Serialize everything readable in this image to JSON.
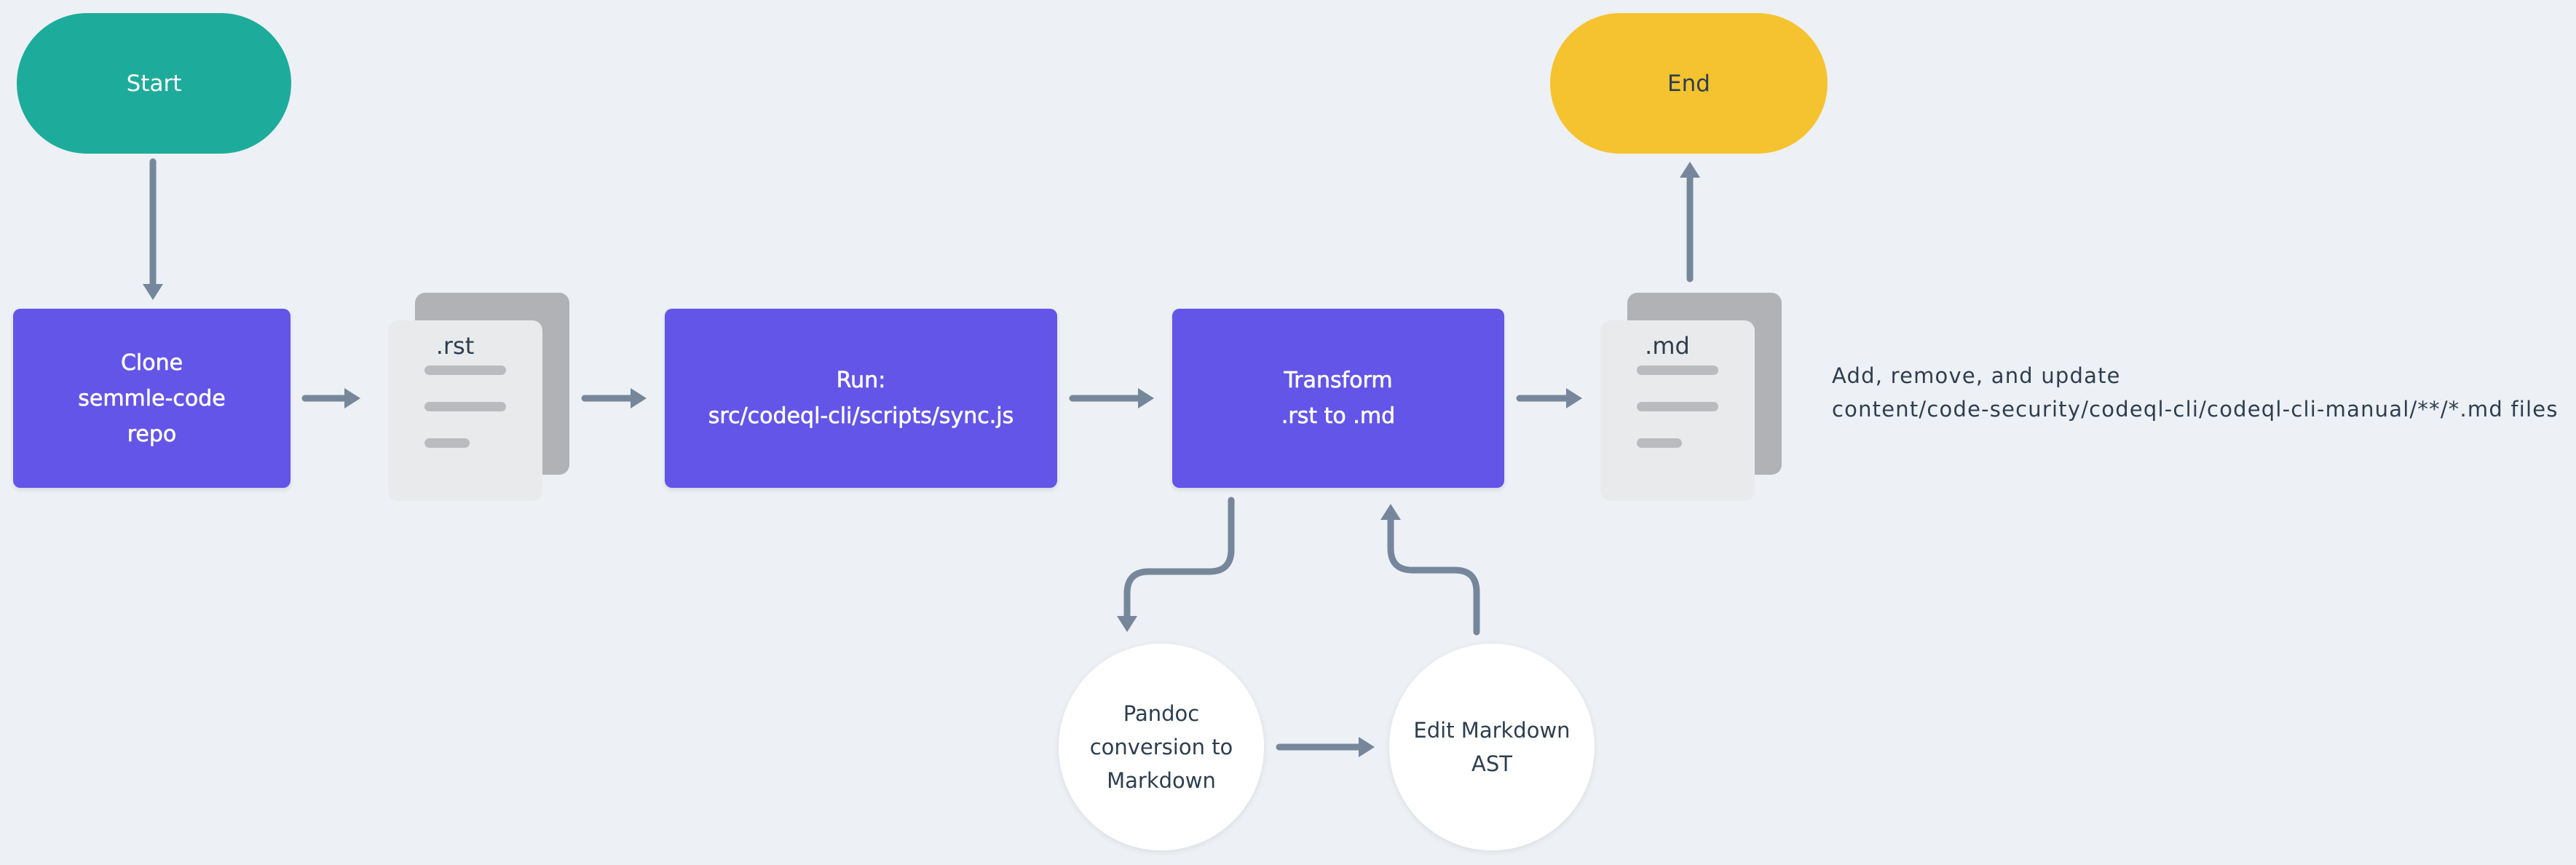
{
  "colors": {
    "background": "#edf0f4",
    "start_fill": "#1dac9b",
    "end_fill": "#f5c32f",
    "process_fill": "#6355e8",
    "arrow": "#76879b",
    "dark_text": "#2d3e50",
    "doc_back": "#b1b2b5",
    "doc_front": "#e9eaeb"
  },
  "nodes": {
    "start": {
      "label": "Start",
      "shape": "pill"
    },
    "clone": {
      "label": "Clone\nsemmle-code\nrepo",
      "shape": "rect"
    },
    "rst_doc": {
      "label": ".rst",
      "shape": "document"
    },
    "run": {
      "label": "Run:\nsrc/codeql-cli/scripts/sync.js",
      "shape": "rect"
    },
    "transform": {
      "label": "Transform\n.rst to .md",
      "shape": "rect"
    },
    "md_doc": {
      "label": ".md",
      "shape": "document"
    },
    "end": {
      "label": "End",
      "shape": "pill"
    },
    "pandoc": {
      "label": "Pandoc\nconversion to\nMarkdown",
      "shape": "circle"
    },
    "edit_ast": {
      "label": "Edit Markdown\nAST",
      "shape": "circle"
    }
  },
  "annotation": {
    "text": "Add, remove, and update\ncontent/code-security/codeql-cli/codeql-cli-manual/**/*.md files"
  }
}
